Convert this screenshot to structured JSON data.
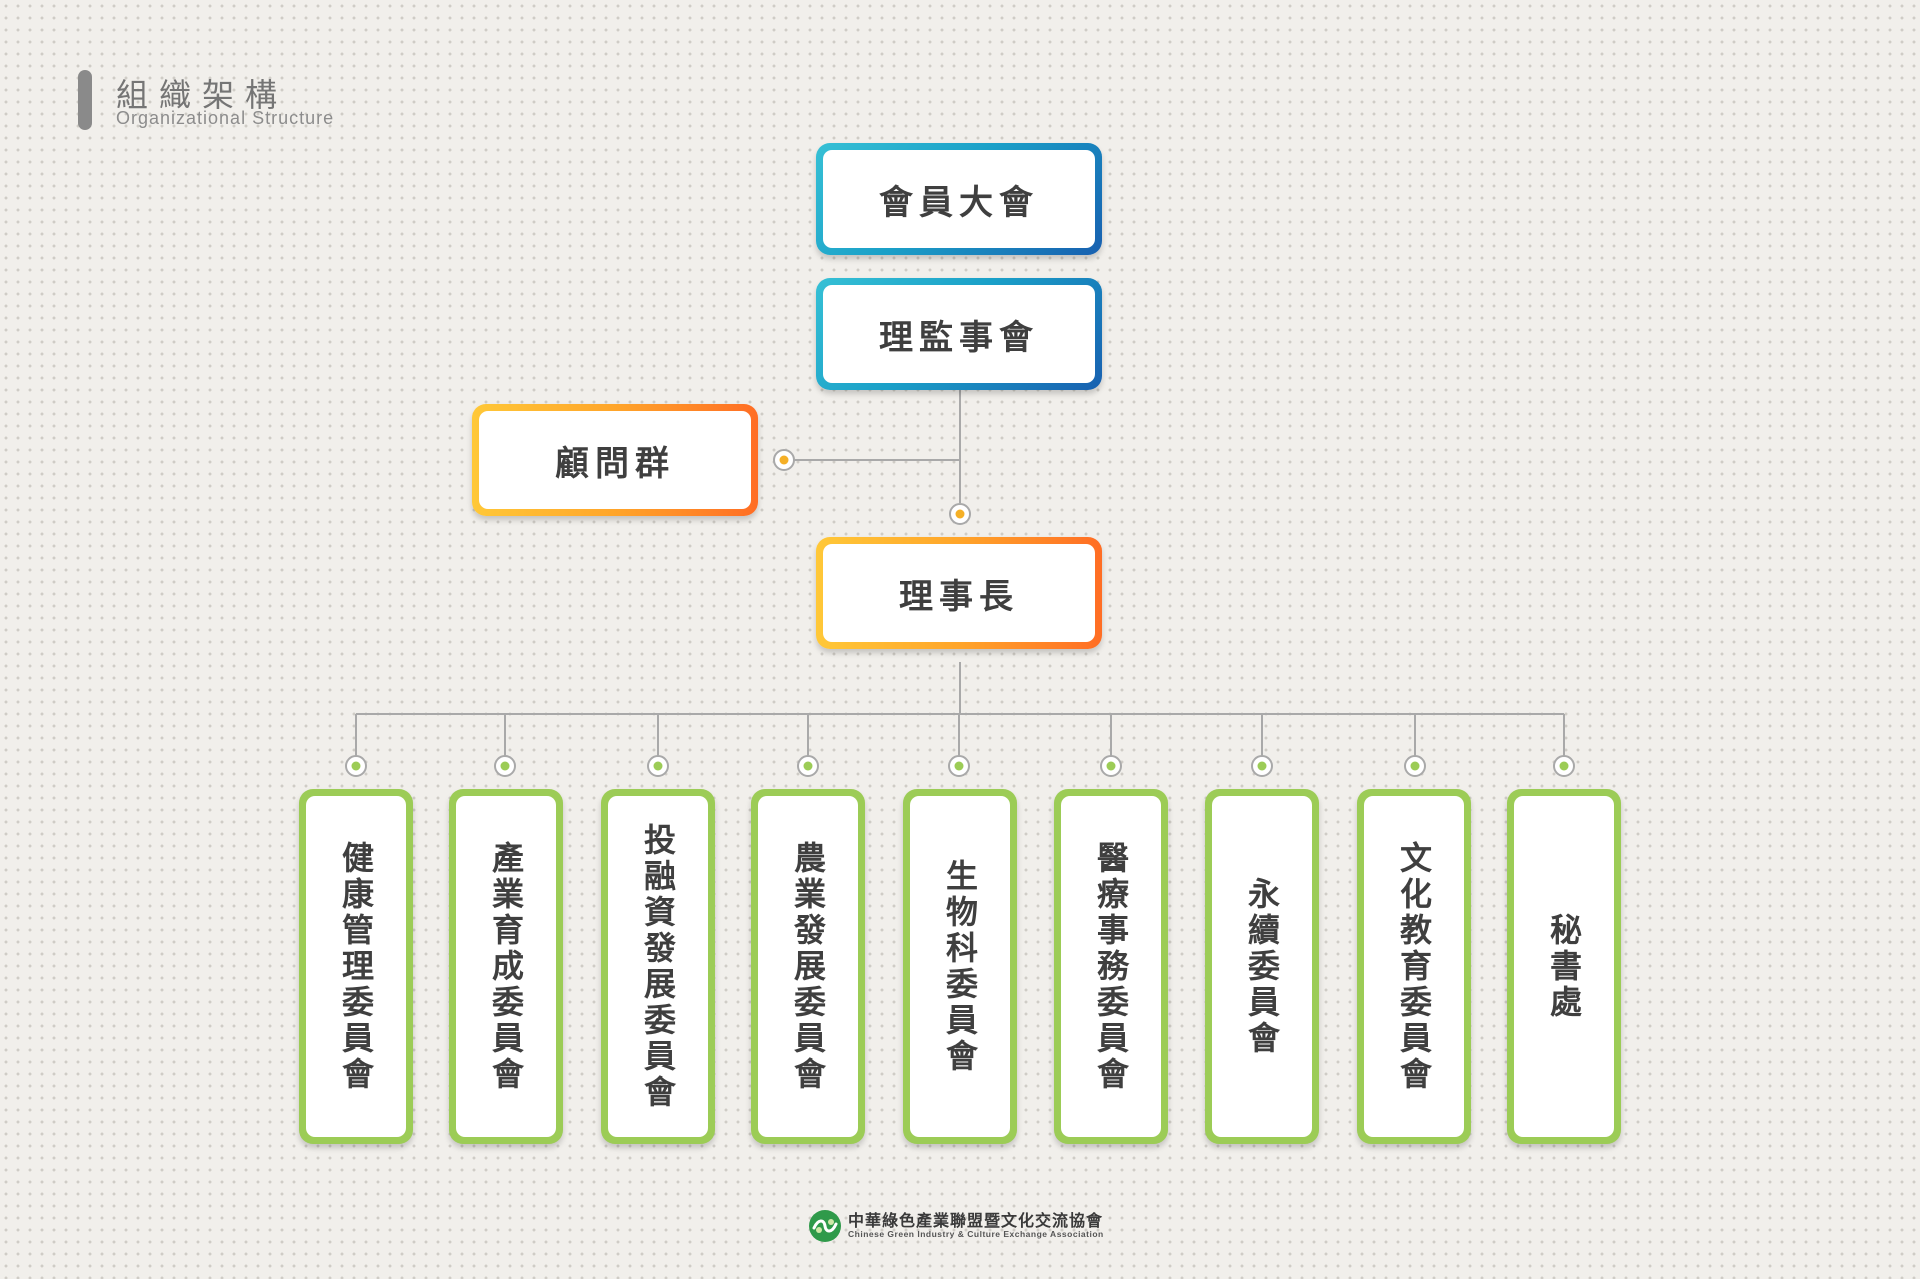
{
  "header": {
    "title": "組織架構",
    "subtitle": "Organizational Structure"
  },
  "chart": {
    "top": [
      "會員大會",
      "理監事會"
    ],
    "advisors": "顧問群",
    "chairman": "理事長",
    "committees": [
      "健康管理委員會",
      "產業育成委員會",
      "投融資發展委員會",
      "農業發展委員會",
      "生物科委員會",
      "醫療事務委員會",
      "永續委員會",
      "文化教育委員會",
      "秘書處"
    ]
  },
  "footer": {
    "org_name": "中華綠色產業聯盟暨文化交流協會",
    "org_name_en": "Chinese Green Industry & Culture Exchange Association"
  },
  "colors": {
    "blue_frame": "#1a8ec4",
    "orange_frame": "#ff9a2a",
    "green_frame": "#9ccc56",
    "connector": "#a8a8a8"
  }
}
